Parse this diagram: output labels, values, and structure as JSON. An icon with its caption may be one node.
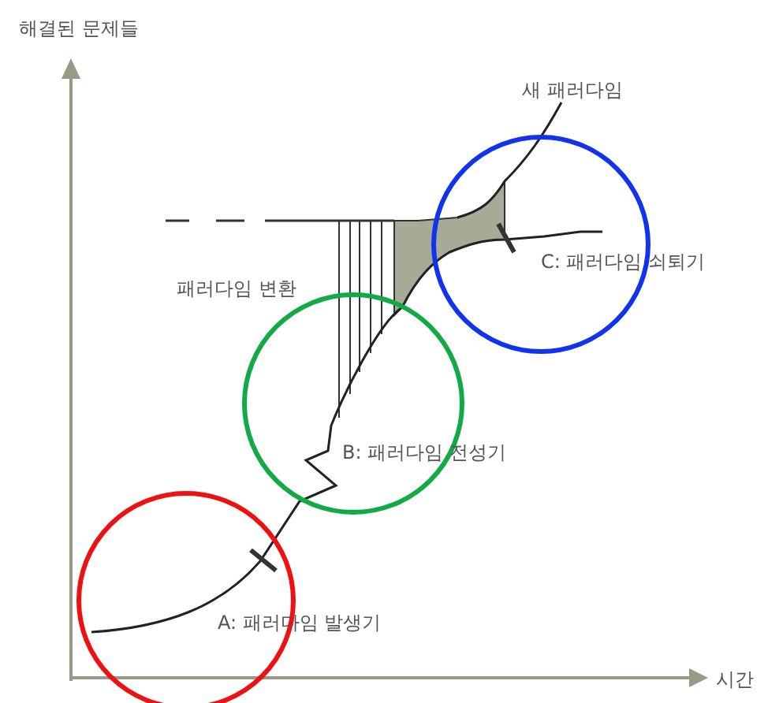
{
  "diagram": {
    "labels": [
      "해결된 문제들",
      "새 패러다임",
      "패러다임 변환",
      "C: 패러다임 쇠퇴기",
      "B: 패러다임 전성기",
      "A: 패러다임 발생기",
      "시간"
    ]
  }
}
